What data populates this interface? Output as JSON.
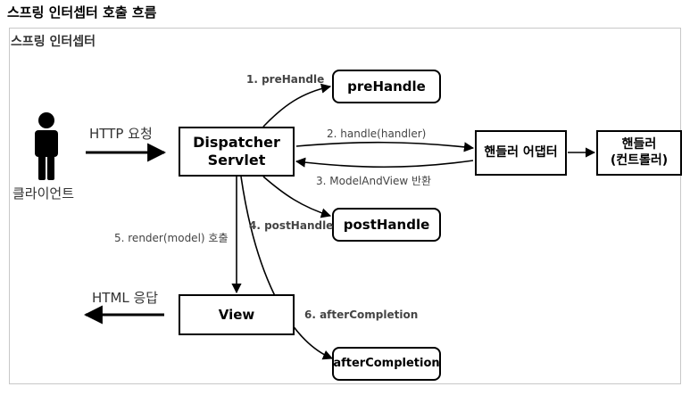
{
  "page": {
    "title": "스프링 인터셉터 호출 흐름"
  },
  "frame": {
    "title": "스프링 인터셉터"
  },
  "actors": {
    "client": "클라이언트"
  },
  "boxes": {
    "dispatcher_line1": "Dispatcher",
    "dispatcher_line2": "Servlet",
    "pre_handle": "preHandle",
    "post_handle": "postHandle",
    "after_completion": "afterCompletion",
    "handler_adapter": "핸들러 어댑터",
    "handler_line1": "핸들러",
    "handler_line2": "(컨트롤러)",
    "view": "View"
  },
  "arrows": {
    "http_request": "HTTP 요청",
    "html_response": "HTML 응답",
    "step1": "1. preHandle",
    "step2": "2. handle(handler)",
    "step3": "3. ModelAndView 반환",
    "step4": "4. postHandle",
    "step5": "5. render(model) 호출",
    "step6": "6. afterCompletion"
  },
  "colors": {
    "line": "#000000",
    "label": "#444444",
    "frame_border": "#c8c8c8"
  }
}
